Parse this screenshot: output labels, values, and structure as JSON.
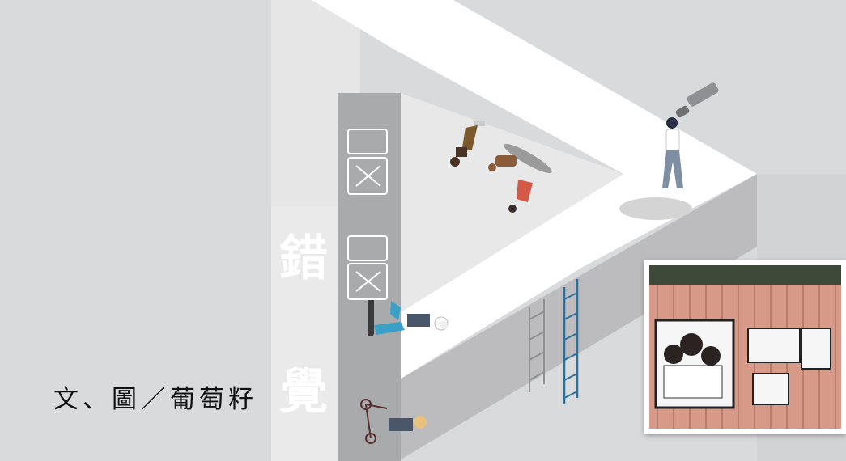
{
  "title": {
    "char1": "錯",
    "char2": "覺"
  },
  "byline": "文、圖／葡萄籽",
  "colors": {
    "background": "#d9dadb",
    "surface_white": "#ffffff",
    "wall_gray": "#a8a9ab",
    "dark_gray": "#8f9092",
    "ladder_blue": "#2a6f9e",
    "photo_wall": "#d79a88"
  },
  "icons": [
    "person-with-telescope",
    "ladder",
    "skateboarder",
    "upside-down-person",
    "scooter-rider",
    "photo-inset"
  ]
}
